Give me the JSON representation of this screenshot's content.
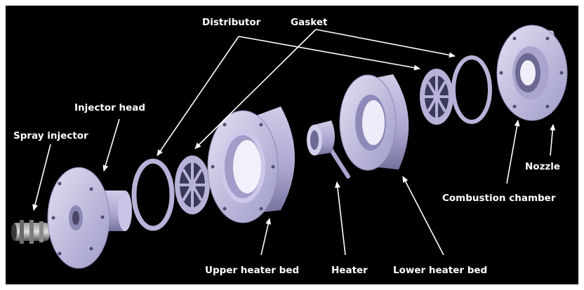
{
  "labels": {
    "distributor": "Distributor",
    "gasket": "Gasket",
    "injector_head": "Injector head",
    "spray_injector": "Spray injector",
    "nozzle": "Nozzle",
    "combustion_chamber": "Combustion chamber",
    "upper_heater_bed": "Upper heater bed",
    "heater": "Heater",
    "lower_heater_bed": "Lower heater bed"
  },
  "colors": {
    "background": "#000000",
    "part_face": "#b9b5d9",
    "part_light": "#dcdaf0",
    "part_dark": "#7d79a6",
    "label": "#ffffff"
  }
}
